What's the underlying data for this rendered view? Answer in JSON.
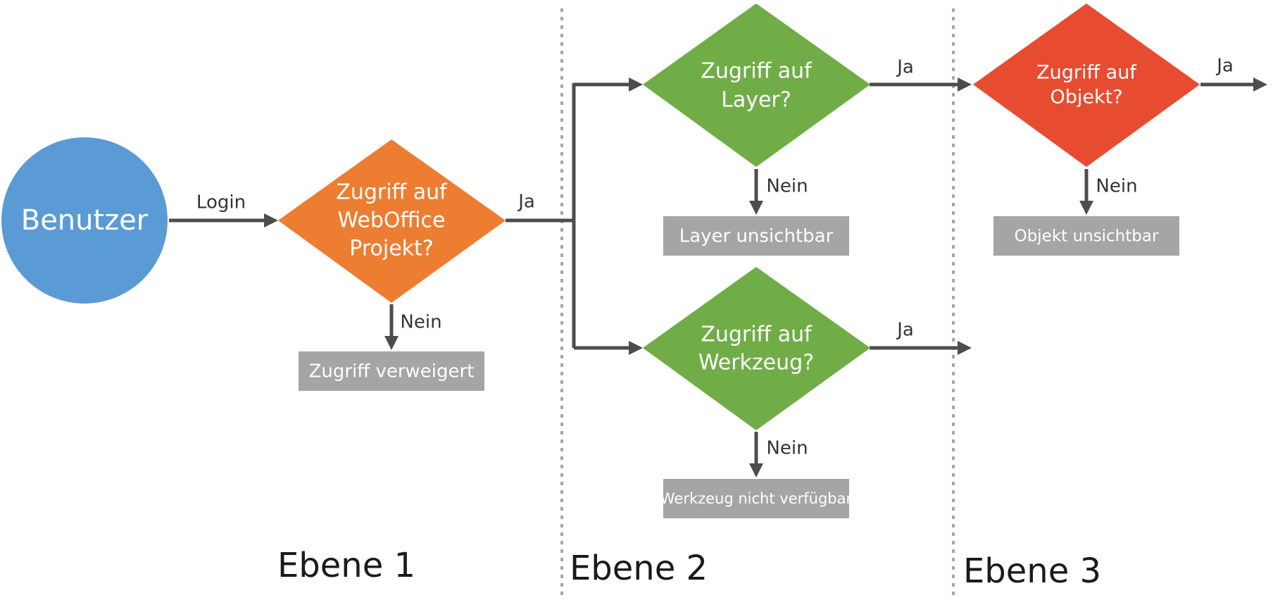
{
  "colors": {
    "user": "#5b9bd5",
    "decision_level1": "#ed7d31",
    "decision_level2": "#70ad47",
    "decision_level3": "#e84c30",
    "result_box": "#a5a5a5",
    "arrow": "#4d4d4d",
    "divider": "#a6a6a6"
  },
  "nodes": {
    "user": {
      "label": "Benutzer"
    },
    "project_decision": {
      "lines": [
        "Zugriff auf",
        "WebOffice",
        "Projekt?"
      ]
    },
    "access_denied": {
      "label": "Zugriff verweigert"
    },
    "layer_decision": {
      "lines": [
        "Zugriff auf",
        "Layer?"
      ]
    },
    "layer_invisible": {
      "label": "Layer unsichtbar"
    },
    "tool_decision": {
      "lines": [
        "Zugriff auf",
        "Werkzeug?"
      ]
    },
    "tool_unavailable": {
      "label": "Werkzeug nicht verfügbar"
    },
    "object_decision": {
      "lines": [
        "Zugriff auf",
        "Objekt?"
      ]
    },
    "object_invisible": {
      "label": "Objekt unsichtbar"
    }
  },
  "edges": {
    "login": "Login",
    "project_yes": "Ja",
    "project_no": "Nein",
    "layer_yes": "Ja",
    "layer_no": "Nein",
    "tool_yes": "Ja",
    "tool_no": "Nein",
    "object_yes": "Ja",
    "object_no": "Nein"
  },
  "levels": [
    "Ebene 1",
    "Ebene 2",
    "Ebene 3"
  ]
}
